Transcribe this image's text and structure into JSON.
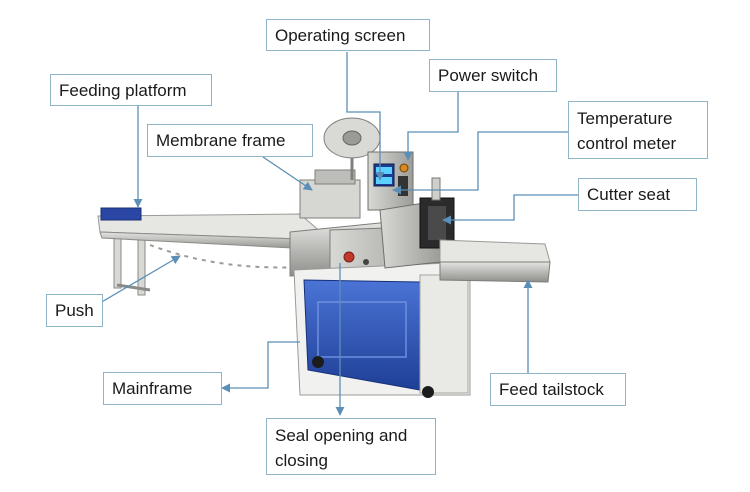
{
  "labels": {
    "operating_screen": "Operating screen",
    "power_switch": "Power switch",
    "feeding_platform": "Feeding platform",
    "membrane_frame": "Membrane frame",
    "temperature_control_meter": "Temperature control  meter",
    "cutter_seat": "Cutter seat",
    "push": "Push",
    "mainframe": "Mainframe",
    "feed_tailstock": "Feed tailstock",
    "seal_opening_and_closing": "Seal opening and closing"
  },
  "colors": {
    "leader_line": "#5b8fb6",
    "label_border": "#8fb3c9",
    "machine_steel": "#c9c9c6",
    "machine_blue": "#2e54b8",
    "machine_white": "#f2f2f2"
  }
}
